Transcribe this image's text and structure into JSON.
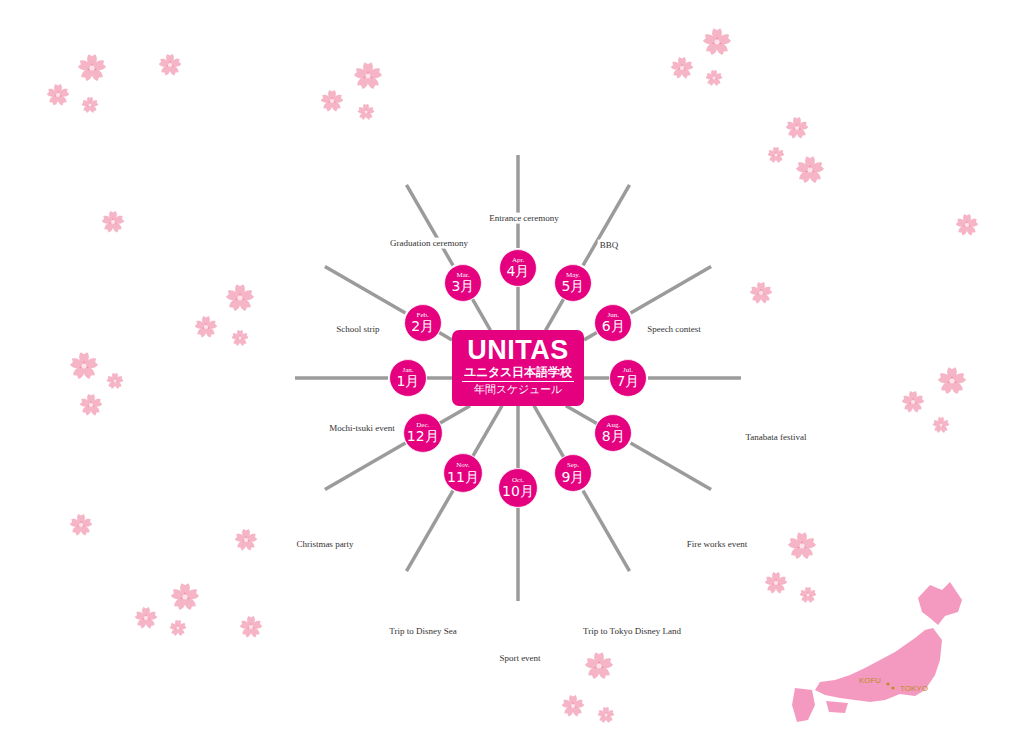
{
  "diagram": {
    "nodes": [
      {
        "text": [
          "UNITAS",
          "ユニタス日本語学校",
          "年間スケジュール"
        ]
      },
      {
        "text": [
          "Apr.",
          "4月"
        ]
      },
      {
        "text": [
          "May.",
          "5月"
        ]
      },
      {
        "text": [
          "Jun.",
          "6月"
        ]
      },
      {
        "text": [
          "Jul.",
          "7月"
        ]
      },
      {
        "text": [
          "Aug.",
          "8月"
        ]
      },
      {
        "text": [
          "Sep.",
          "9月"
        ]
      },
      {
        "text": [
          "Oct.",
          "10月"
        ]
      },
      {
        "text": [
          "Nov.",
          "11月"
        ]
      },
      {
        "text": [
          "Dec.",
          "12月"
        ]
      },
      {
        "text": [
          "Jan.",
          "1月"
        ]
      },
      {
        "text": [
          "Feb.",
          "2月"
        ]
      },
      {
        "text": [
          "Mar.",
          "3月"
        ]
      }
    ],
    "edges": [
      {
        "from": 0,
        "to": 1,
        "arrow": "none"
      },
      {
        "from": 0,
        "to": 2,
        "arrow": "none"
      },
      {
        "from": 0,
        "to": 3,
        "arrow": "none"
      },
      {
        "from": 0,
        "to": 4,
        "arrow": "none"
      },
      {
        "from": 0,
        "to": 5,
        "arrow": "none"
      },
      {
        "from": 0,
        "to": 6,
        "arrow": "none"
      },
      {
        "from": 0,
        "to": 7,
        "arrow": "none"
      },
      {
        "from": 0,
        "to": 8,
        "arrow": "none"
      },
      {
        "from": 0,
        "to": 9,
        "arrow": "none"
      },
      {
        "from": 0,
        "to": 10,
        "arrow": "none"
      },
      {
        "from": 0,
        "to": 11,
        "arrow": "none"
      },
      {
        "from": 0,
        "to": 12,
        "arrow": "none"
      }
    ],
    "labels": [
      "Entrance ceremony",
      "BBQ",
      "Speech contest",
      "Tanabata festival",
      "Fire works event",
      "Trip to Tokyo Disney Land",
      "Sport event",
      "Trip to Disney Sea",
      "Christmas party",
      "Mochi-tsuki event",
      "School strip",
      "Graduation ceremony",
      "KOFU",
      "TOKYO"
    ]
  }
}
